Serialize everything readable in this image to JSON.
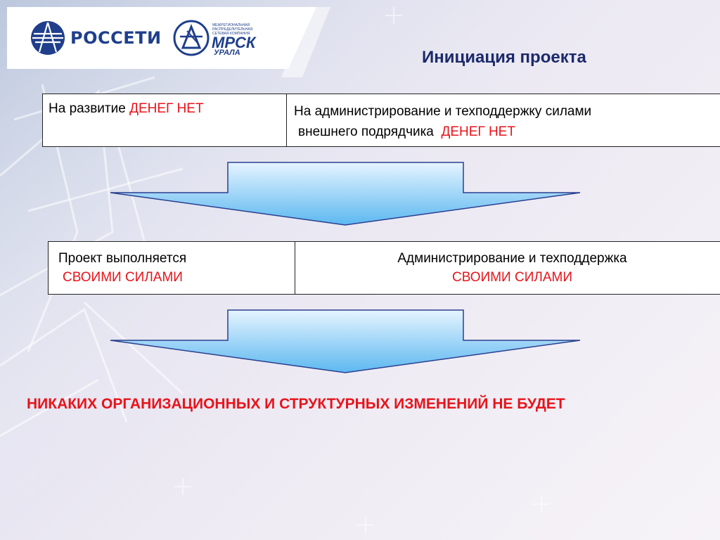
{
  "header": {
    "brand_left": "РОССЕТИ",
    "brand_right_main": "МРСК",
    "brand_right_sub": "УРАЛА",
    "brand_right_caption": [
      "МЕЖРЕГИОНАЛЬНАЯ",
      "РАСПРЕДЕЛИТЕЛЬНАЯ",
      "СЕТЕВАЯ КОМПАНИЯ"
    ],
    "title": "Инициация проекта"
  },
  "box1": {
    "left_text": "На развитие",
    "left_highlight": "ДЕНЕГ НЕТ",
    "right_line1": "На администрирование и техподдержку силами",
    "right_line2": "внешнего подрядчика",
    "right_highlight": "ДЕНЕГ НЕТ"
  },
  "box2": {
    "left_line1": "Проект выполняется",
    "left_highlight": "СВОИМИ СИЛАМИ",
    "right_line1": "Администрирование и техподдержка",
    "right_highlight": "СВОИМИ СИЛАМИ"
  },
  "conclusion": "НИКАКИХ ОРГАНИЗАЦИОННЫХ И СТРУКТУРНЫХ ИЗМЕНЕНИЙ НЕ БУДЕТ",
  "colors": {
    "title": "#1c2a6b",
    "highlight": "#e8141b",
    "arrow_top": "#e6f4ff",
    "arrow_bottom": "#5cb8f0",
    "logo_blue": "#1f3f8c"
  },
  "icons": [
    "rosseti-logo-icon",
    "mrsk-urala-logo-icon",
    "arrow-down-icon"
  ]
}
